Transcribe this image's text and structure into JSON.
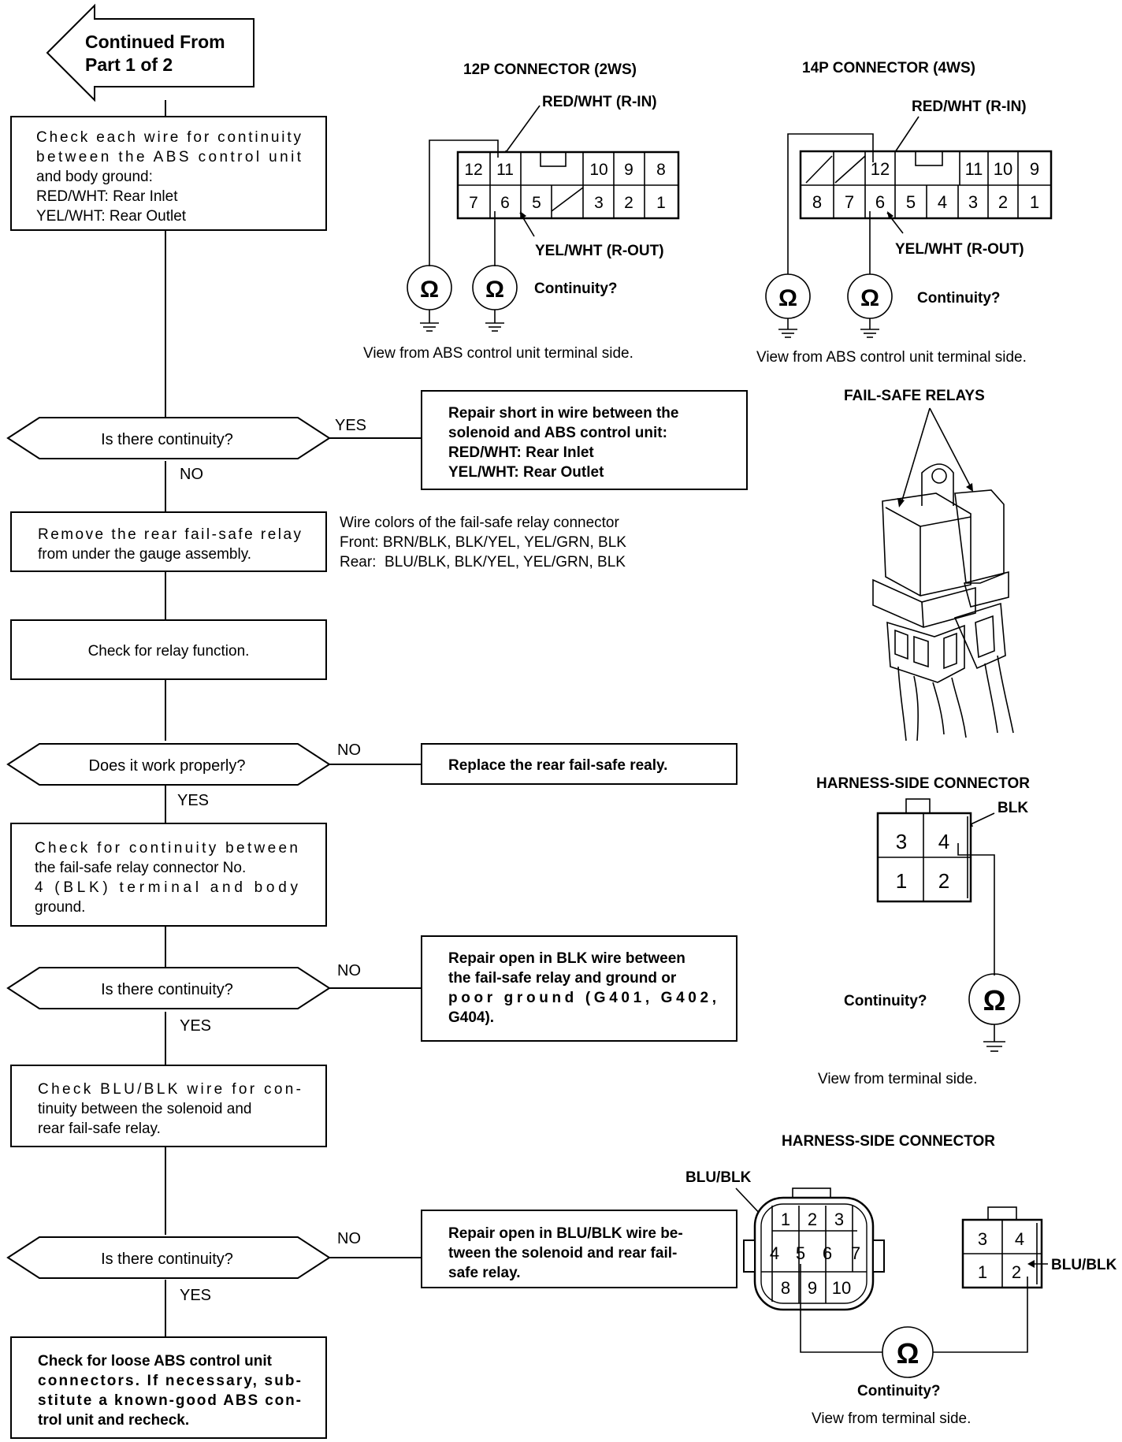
{
  "continued": {
    "line1": "Continued From",
    "line2": "Part 1 of 2"
  },
  "steps": {
    "s1": [
      "Check each wire for continuity",
      "between the ABS control unit",
      "and body ground:",
      "RED/WHT: Rear Inlet",
      "YEL/WHT: Rear Outlet"
    ],
    "d1": "Is there continuity?",
    "d1_yes": "YES",
    "d1_no": "NO",
    "r1": [
      "Repair short in wire between the",
      "solenoid and ABS control unit:",
      "RED/WHT: Rear Inlet",
      "YEL/WHT: Rear Outlet"
    ],
    "s2": [
      "Remove the rear fail-safe relay",
      "from under the gauge assembly."
    ],
    "wire_colors": [
      "Wire colors of the fail-safe relay connector",
      "Front: BRN/BLK, BLK/YEL, YEL/GRN, BLK",
      "Rear:  BLU/BLK, BLK/YEL, YEL/GRN, BLK"
    ],
    "s3": "Check for relay function.",
    "d2": "Does it work properly?",
    "d2_no": "NO",
    "d2_yes": "YES",
    "r2": "Replace the rear fail-safe realy.",
    "s4": [
      "Check for continuity between",
      "the fail-safe relay connector No.",
      "4 (BLK) terminal and body",
      "ground."
    ],
    "d3": "Is there continuity?",
    "d3_no": "NO",
    "d3_yes": "YES",
    "r3": [
      "Repair open in BLK wire between",
      "the fail-safe relay and ground or",
      "poor ground (G401, G402,",
      "G404)."
    ],
    "s5": [
      "Check BLU/BLK wire for con-",
      "tinuity between the solenoid and",
      "rear fail-safe relay."
    ],
    "d4": "Is there continuity?",
    "d4_no": "NO",
    "d4_yes": "YES",
    "r4": [
      "Repair open in BLU/BLK wire be-",
      "tween the solenoid and rear fail-",
      "safe relay."
    ],
    "s6": [
      "Check for loose ABS control unit",
      "connectors. If necessary, sub-",
      "stitute a known-good ABS con-",
      "trol unit and recheck."
    ]
  },
  "conn12": {
    "title": "12P CONNECTOR (2WS)",
    "red": "RED/WHT (R-IN)",
    "yel": "YEL/WHT (R-OUT)",
    "top": [
      "12",
      "11",
      "10",
      "9",
      "8"
    ],
    "bottom": [
      "7",
      "6",
      "5",
      "3",
      "2",
      "1"
    ],
    "q": "Continuity?",
    "view": "View from ABS control unit terminal side."
  },
  "conn14": {
    "title": "14P CONNECTOR (4WS)",
    "red": "RED/WHT (R-IN)",
    "yel": "YEL/WHT (R-OUT)",
    "top": [
      "12",
      "11",
      "10",
      "9"
    ],
    "bottom": [
      "8",
      "7",
      "6",
      "5",
      "4",
      "3",
      "2",
      "1"
    ],
    "q": "Continuity?",
    "view": "View from ABS control unit terminal side."
  },
  "relays": {
    "title": "FAIL-SAFE RELAYS"
  },
  "harness1": {
    "title": "HARNESS-SIDE CONNECTOR",
    "blk": "BLK",
    "pins": [
      "3",
      "4",
      "1",
      "2"
    ],
    "q": "Continuity?",
    "view": "View from terminal side."
  },
  "harness2": {
    "title": "HARNESS-SIDE CONNECTOR",
    "blu_left": "BLU/BLK",
    "blu_right": "BLU/BLK",
    "pins10": [
      "1",
      "2",
      "3",
      "4",
      "5",
      "6",
      "7",
      "8",
      "9",
      "10"
    ],
    "pins4": [
      "3",
      "4",
      "1",
      "2"
    ],
    "q": "Continuity?",
    "view": "View from terminal side."
  },
  "ohm": "Ω"
}
